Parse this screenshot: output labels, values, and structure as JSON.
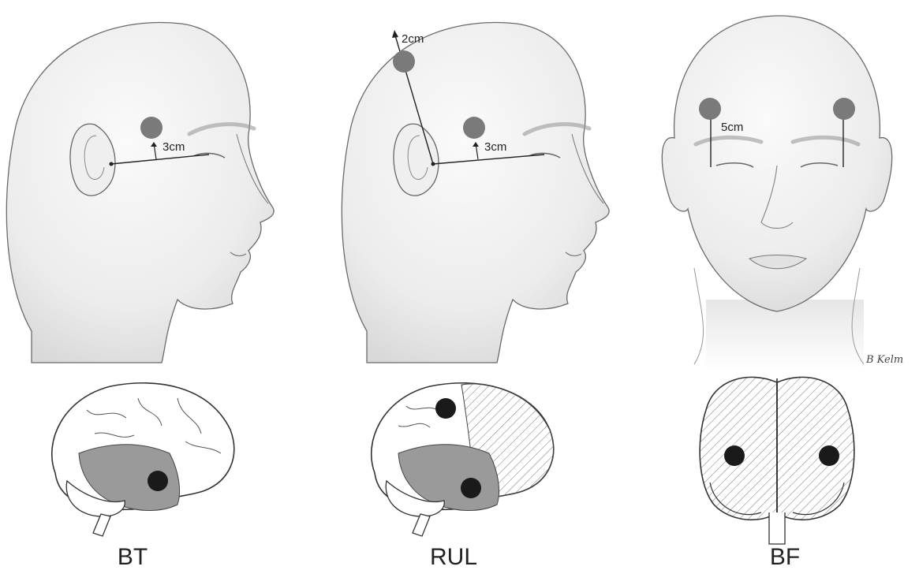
{
  "panels": [
    {
      "label": "BT",
      "measurements": [
        "3cm"
      ]
    },
    {
      "label": "RUL",
      "measurements": [
        "2cm",
        "3cm"
      ]
    },
    {
      "label": "BF",
      "measurements": [
        "5cm"
      ]
    }
  ],
  "signature": "B Kelm",
  "colors": {
    "skin_shade": "#e4e4e4",
    "outline": "#555555",
    "electrode_scalp": "#7a7a7a",
    "electrode_brain": "#1a1a1a",
    "stimulated_region": "#9a9a9a"
  }
}
